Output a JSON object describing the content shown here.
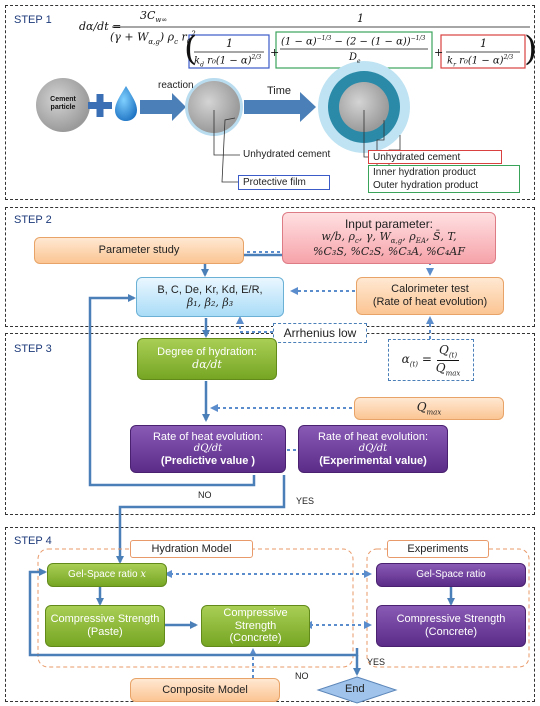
{
  "steps": [
    {
      "label": "STEP 1"
    },
    {
      "label": "STEP 2"
    },
    {
      "label": "STEP 3"
    },
    {
      "label": "STEP 4"
    }
  ],
  "step1": {
    "equation_lhs": "dα/dt =",
    "equation_num_top": "3C",
    "equation_num_sub": "w∞",
    "equation_den": "(γ + W",
    "equation_den2": ") ρ",
    "equation_den3": " r",
    "one": "1",
    "term1_den": "k",
    "term1_rest": " r₀(1 − α)",
    "term2_num": "(1 − α)",
    "term2_num_rest": " − (2 − (1 − α))",
    "term2_den": "D",
    "term3_den": "k",
    "term3_rest": " r₀(1 − α)",
    "cement_particle": "Cement particle",
    "reaction": "reaction",
    "time": "Time",
    "unhydrated_cement_left": "Unhydrated cement",
    "protective_film": "Protective film",
    "unhydrated_cement_right": "Unhydrated cement",
    "inner_product": "Inner hydration product",
    "outer_product": "Outer hydration product"
  },
  "step2": {
    "parameter_study": "Parameter study",
    "input_title": "Input parameter:",
    "input_line1": "w/b, ρ",
    "input_line2": "%C₃S, %C₂S, %C₃A, %C₄AF",
    "params_line1": "B, C, De, Kr, Kd, E/R,",
    "params_line2": "β₁, β₂, β₃",
    "calorimeter_line1": "Calorimeter test",
    "calorimeter_line2": "(Rate of heat evolution)",
    "arrhenius": "Arrhenius low"
  },
  "step3": {
    "alpha_formula_lhs": "α",
    "alpha_formula_num": "Q",
    "alpha_formula_den": "Q",
    "degree_line1": "Degree of hydration:",
    "degree_line2": "dα/dt",
    "qmax": "Q",
    "pred_line1": "Rate of heat evolution:",
    "pred_line2": "dQ/dt",
    "pred_line3": "(Predictive value )",
    "exp_line1": "Rate of heat evolution:",
    "exp_line2": "dQ/dt",
    "exp_line3": "(Experimental value)",
    "no": "NO",
    "yes": "YES"
  },
  "step4": {
    "hydration_model": "Hydration Model",
    "experiments": "Experiments",
    "gel_space_model": "Gel-Space ratio",
    "gel_space_model_var": "x",
    "gel_space_exp": "Gel-Space ratio",
    "paste_line1": "Compressive Strength",
    "paste_line2": "(Paste)",
    "concrete_line1": "Compressive Strength",
    "concrete_line2": "(Concrete)",
    "exp_concrete_line1": "Compressive Strength",
    "exp_concrete_line2": "(Concrete)",
    "no": "NO",
    "yes": "YES",
    "composite_model": "Composite Model",
    "end": "End"
  },
  "colors": {
    "arrow_blue": "#4a7fb8",
    "dot_blue": "#5b8ccc",
    "green": "#76a523",
    "purple": "#5b2c88",
    "red_box": "#d94040",
    "green_box": "#3aa35a",
    "blue_box": "#3b5bc8"
  }
}
